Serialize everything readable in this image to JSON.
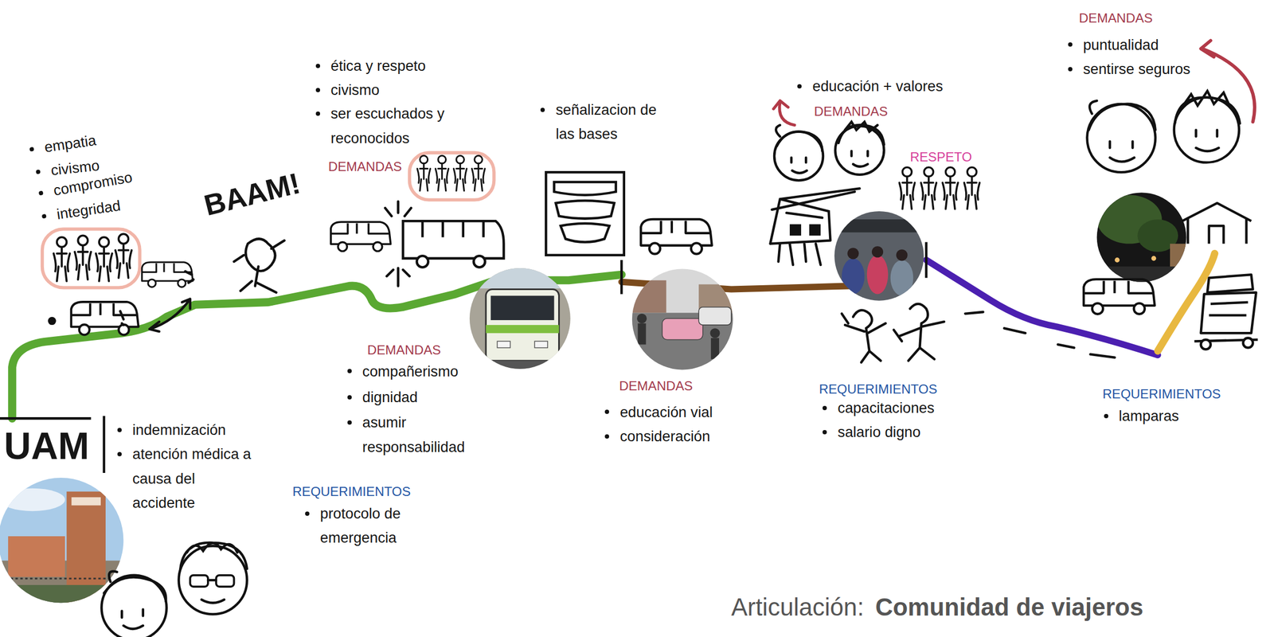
{
  "diagram": {
    "title": "Comunidad de viajeros",
    "labels": [
      "DEMANDAS",
      "puntualidad",
      "sentirse seguros",
      "ética y respeto",
      "civismo",
      "ser escuchados y reconocidos",
      "educación + valores",
      "señalizacion de las bases",
      "DEMANDAS",
      "empatia",
      "civismo",
      "compromiso",
      "integridad",
      "RESPETO",
      "DEMANDAS",
      "BAAM!",
      "DEMANDAS",
      "compañerismo",
      "dignidad",
      "asumir responsabilidad",
      "DEMANDAS",
      "educación vial",
      "consideración",
      "REQUERIMIENTOS",
      "capacitaciones",
      "salario digno",
      "REQUERIMIENTOS",
      "lamparas",
      "UAM",
      "indemnización",
      "atención médica a causa del accidente",
      "REQUERIMIENTOS",
      "protocolo de emergencia",
      "Articulación:"
    ]
  }
}
